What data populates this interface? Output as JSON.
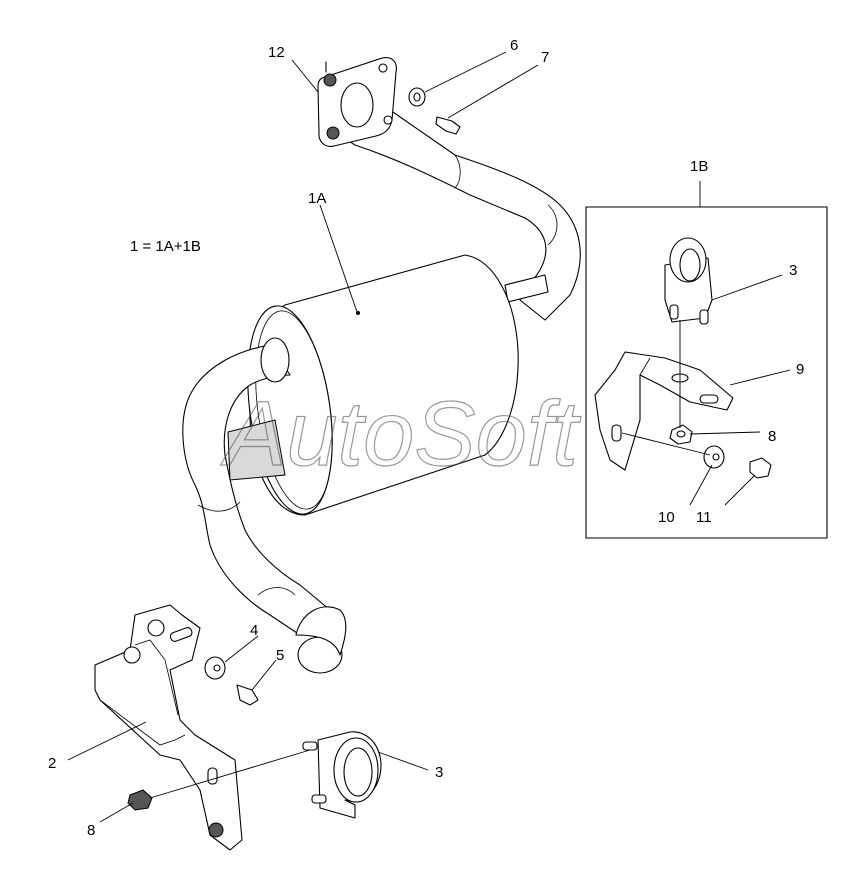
{
  "formula": "1 = 1A+1B",
  "watermark": "AutoSoft",
  "inset_label": "1B",
  "labels": {
    "l12": "12",
    "l6": "6",
    "l7": "7",
    "l1A": "1A",
    "l1B": "1B",
    "l3a": "3",
    "l9": "9",
    "l8a": "8",
    "l10": "10",
    "l11": "11",
    "l4": "4",
    "l5": "5",
    "l2": "2",
    "l3b": "3",
    "l8b": "8"
  }
}
